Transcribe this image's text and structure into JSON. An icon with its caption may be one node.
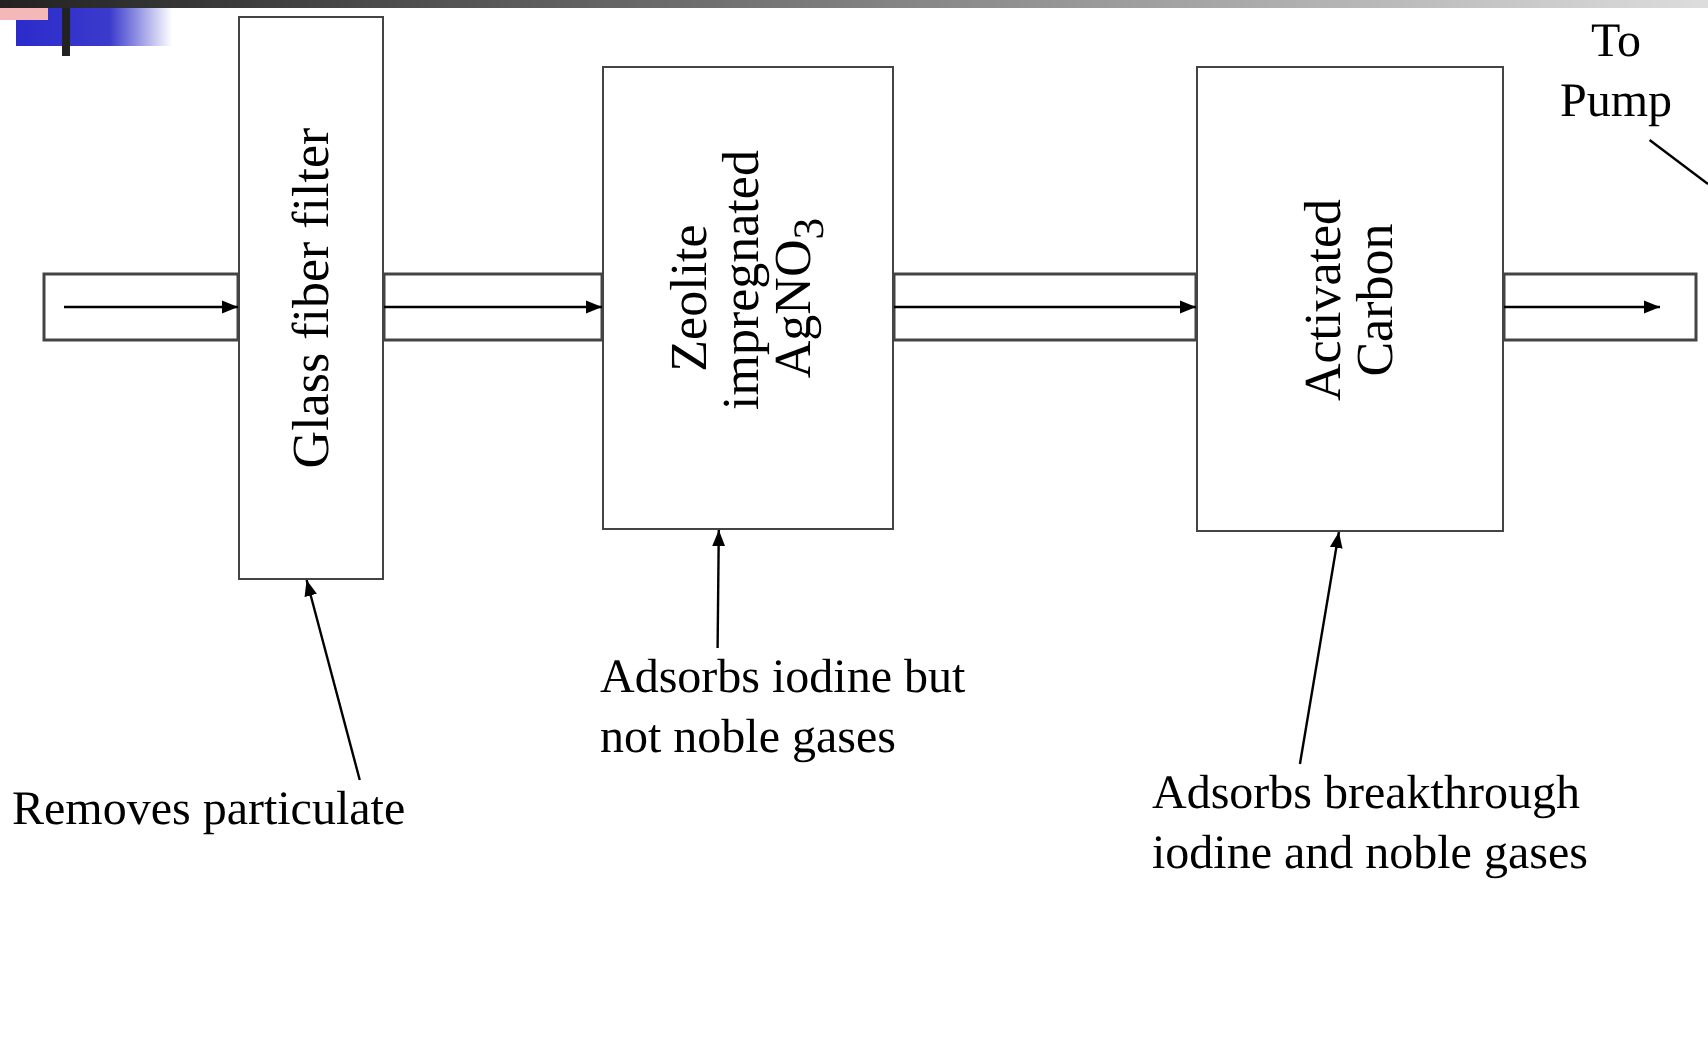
{
  "diagram": {
    "nodes": [
      {
        "text": [
          "Glass fiber filter"
        ]
      },
      {
        "text": [
          "Zeolite impregnated AgNO$_{3}$"
        ]
      },
      {
        "text": [
          "Activated Carbon"
        ]
      },
      {
        "text": [
          "To Pump"
        ]
      },
      {
        "text": [
          "Removes particulate"
        ]
      },
      {
        "text": [
          "Adsorbs iodine but not noble gases"
        ]
      },
      {
        "text": [
          "Adsorbs breakthrough iodine and noble gases"
        ]
      }
    ],
    "edges": [
      {
        "from": null,
        "to": 0,
        "arrow": "to"
      },
      {
        "from": 0,
        "to": 1,
        "arrow": "to"
      },
      {
        "from": 1,
        "to": 2,
        "arrow": "to"
      },
      {
        "from": 2,
        "to": null,
        "arrow": "to"
      },
      {
        "from": 4,
        "to": 0,
        "arrow": "to"
      },
      {
        "from": 5,
        "to": 1,
        "arrow": "to"
      },
      {
        "from": 6,
        "to": 2,
        "arrow": "to"
      },
      {
        "from": 3,
        "to": null,
        "arrow": "none"
      }
    ]
  }
}
